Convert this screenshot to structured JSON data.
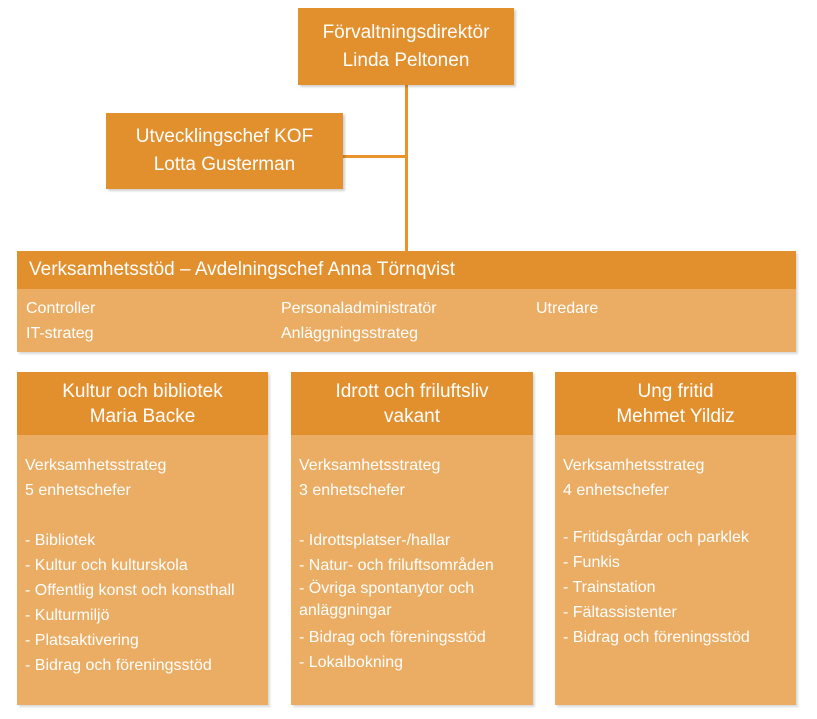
{
  "director": {
    "title": "Förvaltningsdirektör",
    "name": "Linda Peltonen"
  },
  "development": {
    "title": "Utvecklingschef KOF",
    "name": "Lotta Gusterman"
  },
  "support": {
    "title": "Verksamhetsstöd –  Avdelningschef Anna Törnqvist",
    "roles": [
      "Controller",
      "IT-strateg",
      "Personaladministratör",
      "Anläggningsstrateg",
      "Utredare"
    ]
  },
  "departments": [
    {
      "title": "Kultur och bibliotek",
      "head": "Maria Backe",
      "strategist": "Verksamhetsstrateg",
      "units": "5 enhetschefer",
      "items": [
        "- Bibliotek",
        "- Kultur och kulturskola",
        "- Offentlig konst och konsthall",
        "- Kulturmiljö",
        "- Platsaktivering",
        "- Bidrag och föreningsstöd"
      ]
    },
    {
      "title": "Idrott och friluftsliv",
      "head": "vakant",
      "strategist": "Verksamhetsstrateg",
      "units": "3 enhetschefer",
      "items": [
        "- Idrottsplatser-/hallar",
        "- Natur- och friluftsområden",
        "- Övriga spontanytor och anläggningar",
        "- Bidrag och föreningsstöd",
        "- Lokalbokning"
      ]
    },
    {
      "title": "Ung fritid",
      "head": "Mehmet Yildiz",
      "strategist": "Verksamhetsstrateg",
      "units": "4 enhetschefer",
      "items": [
        "- Fritidsgårdar och parklek",
        "- Funkis",
        "- Trainstation",
        "- Fältassistenter",
        "- Bidrag och föreningsstöd"
      ]
    }
  ],
  "colors": {
    "header_orange": "#E28F2E",
    "body_orange": "#EBAD64",
    "text": "#FFFFFF"
  }
}
